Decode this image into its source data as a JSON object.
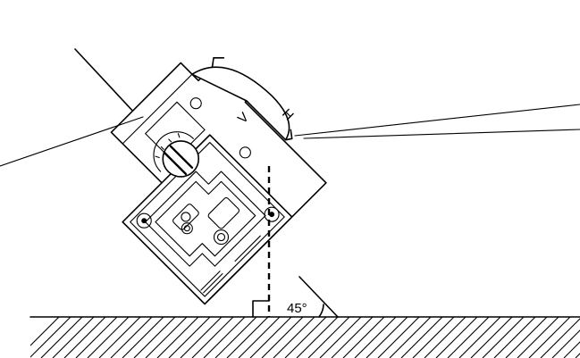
{
  "diagram": {
    "angle_label": "45°",
    "angle_value_deg": 45,
    "dial_letters": {
      "left": "V",
      "right": "H"
    },
    "colors": {
      "line": "#000000",
      "background": "#ffffff"
    }
  }
}
